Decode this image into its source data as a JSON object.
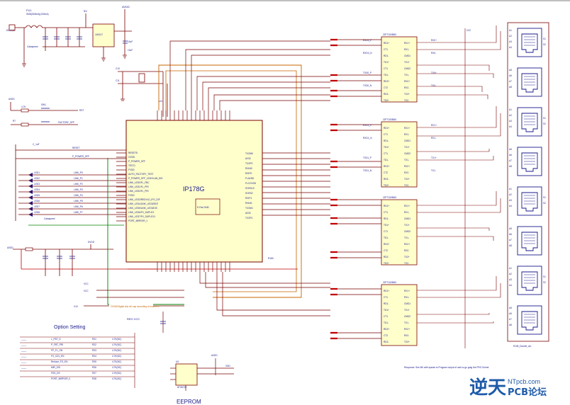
{
  "top": {
    "fuse_ref": "FU1",
    "fuse_val": "SMD(500mA)(100mA)",
    "dc_in": "DC 3.3V",
    "net_5v": "5V",
    "net_avdd": "AVDD",
    "reg_part": "LM1117",
    "cap1": "10uF",
    "cap2": "10uF",
    "cap_note": "Cataspeed"
  },
  "chip": {
    "ref": "U1",
    "name": "IP178G",
    "epad": "E-Pad GND",
    "left_pins": [
      "RESETB",
      "OVDD",
      "P_POWER_OFF",
      "TEST1",
      "FVDD",
      "AUTO_FACTORY_TEST",
      "P_POWER_OFF_LED/VLAN_DIS",
      "LINK_LED0/FL_FBC",
      "LINK_LED1/FL_PRI",
      "LINK_LED2/FL_PRI",
      "FVDD",
      "LINK_LED3/REDVLD_IFG_DIF",
      "LINK_LED4/LINK_LED3/SEE",
      "LINK_LED5/LINK_LED3/DIS",
      "LINK_LED6/FX_DUPLEX",
      "LINK_LED7/FX_DUPLEX1",
      "PORT_MIRROR_1"
    ],
    "right_pins": [
      "TXOM0",
      "AV33",
      "TXOP0",
      "RXIM0",
      "RXIP0",
      "FLAVDD",
      "FLCOVDD",
      "SOESLS",
      "SOES2",
      "RXIP1",
      "RXIM1",
      "TXOM1",
      "AV33",
      "TXOP1"
    ]
  },
  "magnetics": {
    "part": "22FT1005MX",
    "pins_left": [
      "RD1+",
      "CT1",
      "RD1-",
      "TD1+",
      "CT1",
      "TD1-",
      "RD2+",
      "CT2",
      "RD2-",
      "TD2+"
    ],
    "pins_right": [
      "RX1+",
      "RX1-",
      "CMD1",
      "TX1+",
      "CMD2",
      "TX1-",
      "RX2+",
      "RX2-",
      "TX2+",
      "TX2-"
    ],
    "nets": [
      "RXD0_P",
      "RXD0_N",
      "TXD0_P",
      "TXD0_N",
      "RXD1_P",
      "RXD1_N",
      "TXD1_P",
      "TXD1_N"
    ],
    "out_nets": [
      "RX0+",
      "RX0-",
      "TX0+",
      "TX0-",
      "RX1+",
      "RX1-",
      "TX1+",
      "TX1-"
    ]
  },
  "rj45": {
    "pins": [
      "A1",
      "A2",
      "A3",
      "A4",
      "A5",
      "A6",
      "A7",
      "A8"
    ],
    "shield": [
      "S1",
      "S2"
    ],
    "caption": "RJ45_Double_sm"
  },
  "left": {
    "avdd": "AVDD",
    "r1": "4.7K",
    "sw1": "SW1",
    "sw2": "FACTORY_OFF",
    "net_reset": "RESET",
    "net_power_off": "P_POWER_OFF",
    "leds": [
      "LED1",
      "LED2",
      "LED3",
      "LED4",
      "LED5",
      "LED6",
      "LED7",
      "LED8"
    ],
    "led_nets": [
      "LINK_P0",
      "LINK_P1",
      "LINK_P2",
      "LINK_P3",
      "LINK_P4",
      "LINK_P5",
      "LINK_P6",
      "LINK_P7"
    ],
    "cap_note": "Cataspeed",
    "avdd2": "AVDD",
    "dvdd": "DVDD"
  },
  "bottom": {
    "option_title": "Option Setting",
    "option_rows": [
      [
        "L_FBT_D",
        "R31",
        "4.7K(NC)"
      ],
      [
        "P_FBT_PRI",
        "R32",
        "4.7K(NC)"
      ],
      [
        "FP_FL_ON",
        "R33",
        "4.7K(NC)"
      ],
      [
        "FX_CD1_EN",
        "R34",
        "4.7K(NC)"
      ],
      [
        "Reduce_FO_EN",
        "R35",
        "4.7K(NC)"
      ],
      [
        "MIR_DIS",
        "R36",
        "4.7K(NC)"
      ],
      [
        "FDS_DS",
        "R37",
        "4.7K(NC)"
      ],
      [
        "PORT_MIRROR_0",
        "R38",
        "4.7K(NC)"
      ]
    ],
    "eeprom_title": "EEPROM",
    "eeprom_ref": "U3",
    "eeprom_part": "AT24C02",
    "vdd": "VDD",
    "avdd": "AVDD",
    "note_green": "OVDD/Digital and ctrl cap according to board PL",
    "regs_vcc": "REG VCC",
    "note_right": "Response: See MII with sparse to Program output of and so go grag the PRO Schmt",
    "v10": "V10"
  },
  "watermark": {
    "chinese": "逆天",
    "site": "NTpcb.com",
    "forum": "PCB论坛"
  }
}
